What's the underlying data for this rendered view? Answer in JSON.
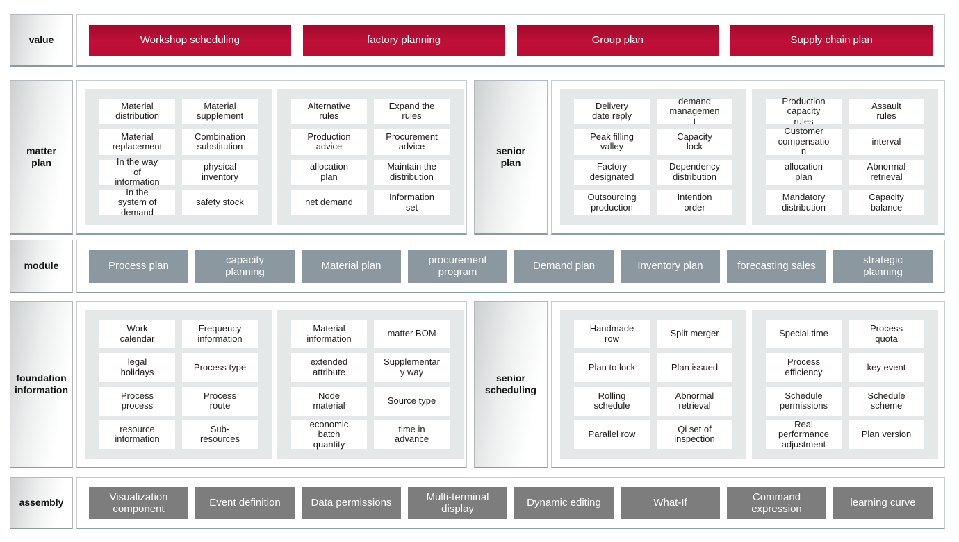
{
  "colors": {
    "accent_red": "#b90e35",
    "module_gray": "#8b989f",
    "assembly_gray": "#7d7d7d",
    "panel_gray": "#e5e8e9"
  },
  "value_row": {
    "label": "value",
    "buttons": [
      "Workshop scheduling",
      "factory planning",
      "Group plan",
      "Supply chain plan"
    ]
  },
  "plan_row": {
    "left_label": "matter\nplan",
    "right_label": "senior\nplan",
    "groups_left": [
      [
        "Material\ndistribution",
        "Material\nsupplement",
        "Material\nreplacement",
        "Combination\nsubstitution",
        "In the way\nof\ninformation",
        "physical\ninventory",
        "In the\nsystem of\ndemand",
        "safety stock"
      ],
      [
        "Alternative\nrules",
        "Expand the\nrules",
        "Production\nadvice",
        "Procurement\nadvice",
        "allocation\nplan",
        "Maintain the\ndistribution",
        "net demand",
        "Information\nset"
      ]
    ],
    "groups_right": [
      [
        "Delivery\ndate reply",
        "demand\nmanagemen\nt",
        "Peak filling\nvalley",
        "Capacity\nlock",
        "Factory\ndesignated",
        "Dependency\ndistribution",
        "Outsourcing\nproduction",
        "Intention\norder"
      ],
      [
        "Production\ncapacity\nrules",
        "Assault\nrules",
        "Customer\ncompensatio\nn",
        "interval",
        "allocation\nplan",
        "Abnormal\nretrieval",
        "Mandatory\ndistribution",
        "Capacity\nbalance"
      ]
    ]
  },
  "module_row": {
    "label": "module",
    "buttons": [
      "Process plan",
      "capacity\nplanning",
      "Material plan",
      "procurement\nprogram",
      "Demand plan",
      "Inventory plan",
      "forecasting sales",
      "strategic\nplanning"
    ]
  },
  "foundation_row": {
    "left_label": "foundation\ninformation",
    "right_label": "senior\nscheduling",
    "groups_left": [
      [
        "Work\ncalendar",
        "Frequency\ninformation",
        "legal\nholidays",
        "Process type",
        "Process\nprocess",
        "Process\nroute",
        "resource\ninformation",
        "Sub-\nresources"
      ],
      [
        "Material\ninformation",
        "matter BOM",
        "extended\nattribute",
        "Supplementar\ny way",
        "Node\nmaterial",
        "Source type",
        "economic\nbatch\nquantity",
        "time in\nadvance"
      ]
    ],
    "groups_right": [
      [
        "Handmade\nrow",
        "Split merger",
        "Plan to lock",
        "Plan issued",
        "Rolling\nschedule",
        "Abnormal\nretrieval",
        "Parallel row",
        "Qi set of\ninspection"
      ],
      [
        "Special time",
        "Process\nquota",
        "Process\nefficiency",
        "key event",
        "Schedule\npermissions",
        "Schedule\nscheme",
        "Real\nperformance\nadjustment",
        "Plan version"
      ]
    ]
  },
  "assembly_row": {
    "label": "assembly",
    "buttons": [
      "Visualization\ncomponent",
      "Event definition",
      "Data permissions",
      "Multi-terminal\ndisplay",
      "Dynamic editing",
      "What-If",
      "Command\nexpression",
      "learning curve"
    ]
  }
}
